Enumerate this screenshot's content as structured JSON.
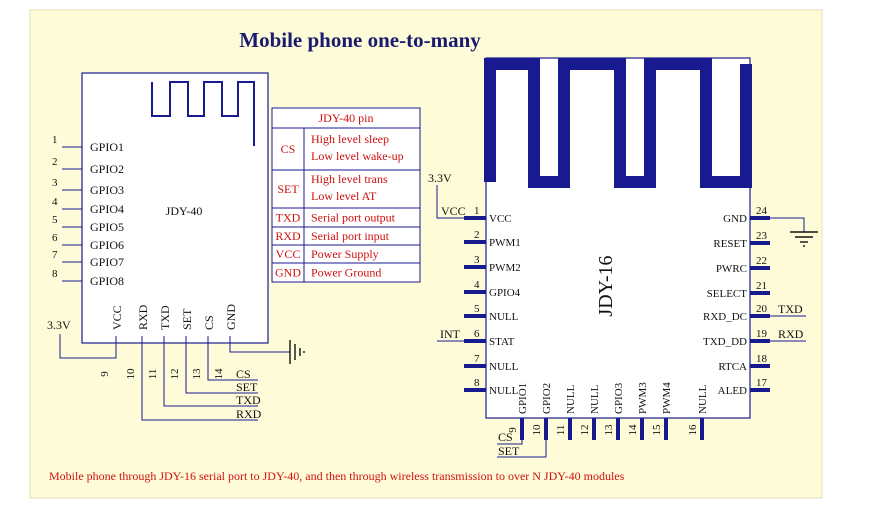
{
  "title": "Mobile phone one-to-many",
  "caption": "Mobile phone through JDY-16 serial port to JDY-40, and then through wireless transmission to over N JDY-40 modules",
  "jdy40": {
    "name": "JDY-40",
    "gpio_pins": [
      {
        "num": "1",
        "label": "GPIO1"
      },
      {
        "num": "2",
        "label": "GPIO2"
      },
      {
        "num": "3",
        "label": "GPIO3"
      },
      {
        "num": "4",
        "label": "GPIO4"
      },
      {
        "num": "5",
        "label": "GPIO5"
      },
      {
        "num": "6",
        "label": "GPIO6"
      },
      {
        "num": "7",
        "label": "GPIO7"
      },
      {
        "num": "8",
        "label": "GPIO8"
      }
    ],
    "bottom_pins": [
      {
        "num": "9",
        "label": "VCC"
      },
      {
        "num": "10",
        "label": "RXD"
      },
      {
        "num": "11",
        "label": "TXD"
      },
      {
        "num": "12",
        "label": "SET"
      },
      {
        "num": "13",
        "label": "CS"
      },
      {
        "num": "14",
        "label": "GND"
      }
    ],
    "vcc_supply": "3.3V",
    "signals": [
      "CS",
      "SET",
      "TXD",
      "RXD"
    ]
  },
  "pin_table": {
    "header": "JDY-40 pin",
    "rows": [
      {
        "pin": "CS",
        "lines": [
          "High level sleep",
          "Low level wake-up"
        ]
      },
      {
        "pin": "SET",
        "lines": [
          "High level trans",
          "Low level AT"
        ]
      },
      {
        "pin": "TXD",
        "lines": [
          "Serial port output"
        ]
      },
      {
        "pin": "RXD",
        "lines": [
          "Serial port input"
        ]
      },
      {
        "pin": "VCC",
        "lines": [
          "Power Supply"
        ]
      },
      {
        "pin": "GND",
        "lines": [
          "Power Ground"
        ]
      }
    ]
  },
  "jdy16": {
    "name": "JDY-16",
    "supply": "3.3V",
    "vcc_net": "VCC",
    "int_net": "INT",
    "left_pins": [
      {
        "num": "1",
        "label": "VCC"
      },
      {
        "num": "2",
        "label": "PWM1"
      },
      {
        "num": "3",
        "label": "PWM2"
      },
      {
        "num": "4",
        "label": "GPIO4"
      },
      {
        "num": "5",
        "label": "NULL"
      },
      {
        "num": "6",
        "label": "STAT"
      },
      {
        "num": "7",
        "label": "NULL"
      },
      {
        "num": "8",
        "label": "NULL"
      }
    ],
    "right_pins": [
      {
        "num": "24",
        "label": "GND"
      },
      {
        "num": "23",
        "label": "RESET"
      },
      {
        "num": "22",
        "label": "PWRC"
      },
      {
        "num": "21",
        "label": "SELECT"
      },
      {
        "num": "20",
        "label": "RXD_DC"
      },
      {
        "num": "19",
        "label": "TXD_DD"
      },
      {
        "num": "18",
        "label": "RTCA"
      },
      {
        "num": "17",
        "label": "ALED"
      }
    ],
    "bottom_pins": [
      {
        "num": "9",
        "label": "GPIO1"
      },
      {
        "num": "10",
        "label": "GPIO2"
      },
      {
        "num": "11",
        "label": "NULL"
      },
      {
        "num": "12",
        "label": "NULL"
      },
      {
        "num": "13",
        "label": "GPIO3"
      },
      {
        "num": "14",
        "label": "PWM3"
      },
      {
        "num": "15",
        "label": "PWM4"
      },
      {
        "num": "16",
        "label": "NULL"
      }
    ],
    "right_nets": [
      "TXD",
      "RXD"
    ],
    "bottom_nets": [
      "CS",
      "SET"
    ]
  },
  "colors": {
    "background": "#fefcd8",
    "border": "#e3ddb0",
    "module_blue": "#1a1a90",
    "text_red": "#d01010",
    "title_navy": "#1a1a6e"
  }
}
